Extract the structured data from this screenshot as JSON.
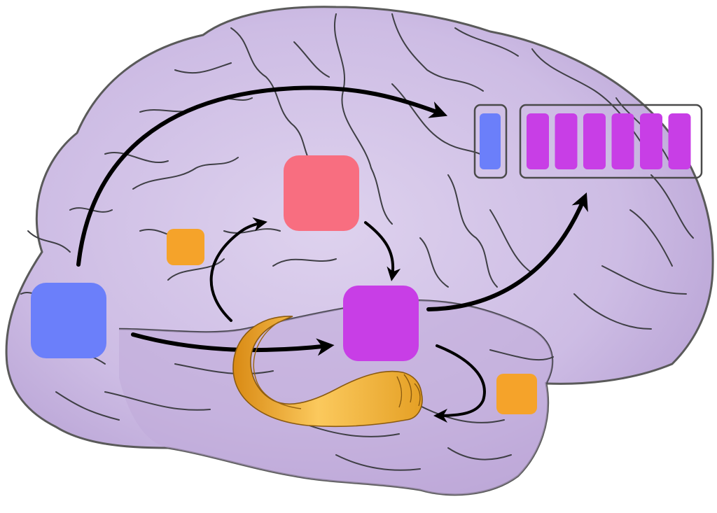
{
  "colors": {
    "brain_fill": "#c3b0dd",
    "brain_inner": "#d6c8ea",
    "brain_outline": "#5a5a5a",
    "sulcus": "#3f3f45",
    "blue_node": "#6b7ffa",
    "red_node": "#f86e80",
    "magenta_node": "#c83ee6",
    "orange_node": "#f5a32a",
    "arrow": "#000000",
    "sequence_frame": "#4a4a4a",
    "hippocampus_light": "#fbc95d",
    "hippocampus_dark": "#d88a16"
  },
  "diagram": {
    "nodes": [
      {
        "id": "blue-node",
        "color": "blue_node"
      },
      {
        "id": "red-node",
        "color": "red_node"
      },
      {
        "id": "magenta-node",
        "color": "magenta_node"
      },
      {
        "id": "orange-node-upper",
        "color": "orange_node"
      },
      {
        "id": "orange-node-lower",
        "color": "orange_node"
      }
    ],
    "structures": [
      {
        "id": "hippocampus",
        "color": "hippocampus_light"
      }
    ],
    "sequence": {
      "first": {
        "color": "blue_node",
        "count": 1
      },
      "rest": {
        "color": "magenta_node",
        "count": 6
      }
    },
    "edges": [
      {
        "from": "blue-node",
        "to": "sequence"
      },
      {
        "from": "blue-node",
        "to": "magenta-node"
      },
      {
        "from": "hippocampus",
        "to": "red-node"
      },
      {
        "from": "red-node",
        "to": "magenta-node"
      },
      {
        "from": "magenta-node",
        "to": "sequence"
      },
      {
        "from": "magenta-node",
        "to": "hippocampus"
      }
    ]
  }
}
